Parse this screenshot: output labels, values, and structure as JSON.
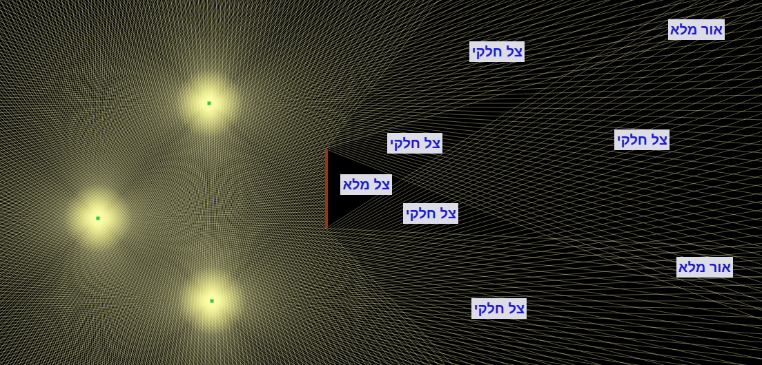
{
  "diagram": {
    "labels": [
      "אור מלא",
      "צל חלקי",
      "צל חלקי",
      "צל חלקי",
      "צל מלא",
      "צל חלקי",
      "אור מלא",
      "צל חלקי"
    ]
  }
}
